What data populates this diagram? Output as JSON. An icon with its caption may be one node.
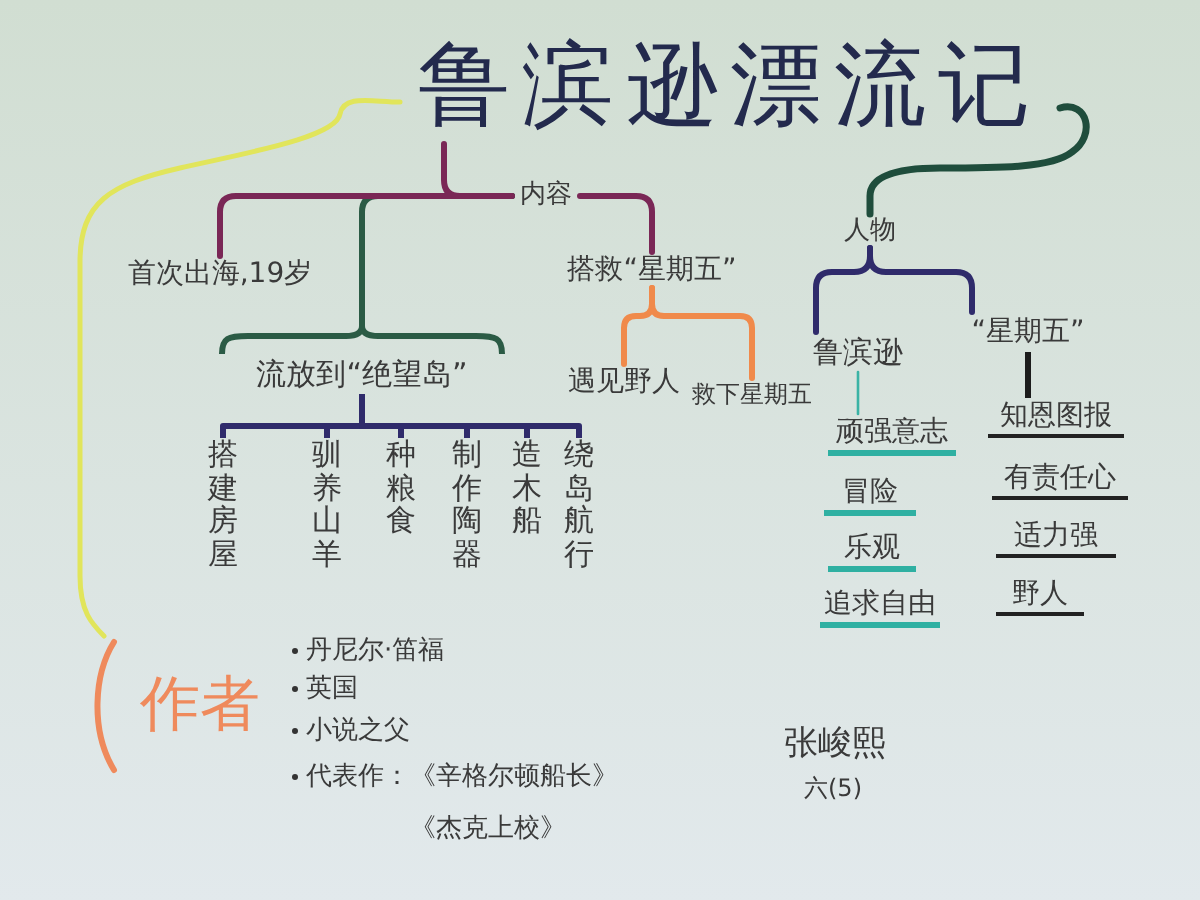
{
  "diagram": {
    "nodes": [
      {
        "text": [
          "鲁滨逊漂流记"
        ]
      },
      {
        "text": [
          "内容"
        ]
      },
      {
        "text": [
          "首次出海,19岁"
        ]
      },
      {
        "text": [
          "流放到“绝望岛”"
        ]
      },
      {
        "text": [
          "搭救“星期五”"
        ]
      },
      {
        "text": [
          "遇见野人"
        ]
      },
      {
        "text": [
          "救下星期五"
        ]
      },
      {
        "text": [
          "搭建房屋"
        ]
      },
      {
        "text": [
          "驯养山羊"
        ]
      },
      {
        "text": [
          "种粮食"
        ]
      },
      {
        "text": [
          "制作陶器"
        ]
      },
      {
        "text": [
          "造木船"
        ]
      },
      {
        "text": [
          "绕岛航行"
        ]
      },
      {
        "text": [
          "人物"
        ]
      },
      {
        "text": [
          "鲁滨逊"
        ]
      },
      {
        "text": [
          "“星期五”"
        ]
      },
      {
        "text": [
          "顽强意志"
        ]
      },
      {
        "text": [
          "冒险"
        ]
      },
      {
        "text": [
          "乐观"
        ]
      },
      {
        "text": [
          "追求自由"
        ]
      },
      {
        "text": [
          "知恩图报"
        ]
      },
      {
        "text": [
          "有责任心"
        ]
      },
      {
        "text": [
          "适力强"
        ]
      },
      {
        "text": [
          "野人"
        ]
      },
      {
        "text": [
          "作者"
        ]
      }
    ],
    "edges": [
      {
        "from": 0,
        "to": 1,
        "arrow": "none",
        "color": "#7a2756"
      },
      {
        "from": 1,
        "to": 3,
        "arrow": "none",
        "color": "#2b5b45"
      },
      {
        "from": 1,
        "to": 2,
        "arrow": "none",
        "color": "#7a2756"
      },
      {
        "from": 1,
        "to": 4,
        "arrow": "none",
        "color": "#7a2756"
      },
      {
        "from": 3,
        "to": 7,
        "arrow": "none"
      },
      {
        "from": 3,
        "to": 8,
        "arrow": "none"
      },
      {
        "from": 3,
        "to": 9,
        "arrow": "none"
      },
      {
        "from": 3,
        "to": 10,
        "arrow": "none"
      },
      {
        "from": 3,
        "to": 11,
        "arrow": "none"
      },
      {
        "from": 3,
        "to": 12,
        "arrow": "none"
      },
      {
        "from": 4,
        "to": 5,
        "arrow": "none",
        "color": "#f08a4b"
      },
      {
        "from": 4,
        "to": 6,
        "arrow": "none",
        "color": "#f08a4b"
      },
      {
        "from": 0,
        "to": 13,
        "arrow": "none",
        "color": "#1f4d3c"
      },
      {
        "from": 13,
        "to": 14,
        "arrow": "none"
      },
      {
        "from": 13,
        "to": 15,
        "arrow": "none"
      },
      {
        "from": 14,
        "to": 16,
        "arrow": "none",
        "color": "#3ab3a5"
      },
      {
        "from": 15,
        "to": 20,
        "arrow": "none",
        "color": "#1c1c1c"
      },
      {
        "from": 0,
        "to": 24,
        "arrow": "none",
        "color": "#e1e55b"
      }
    ],
    "labels": [
      "丹尼尔·笛福",
      "英国",
      "小说之父",
      "代表作：《辛格尔顿船长》",
      "《杰克上校》",
      "张峻熙",
      "六(5)"
    ]
  }
}
